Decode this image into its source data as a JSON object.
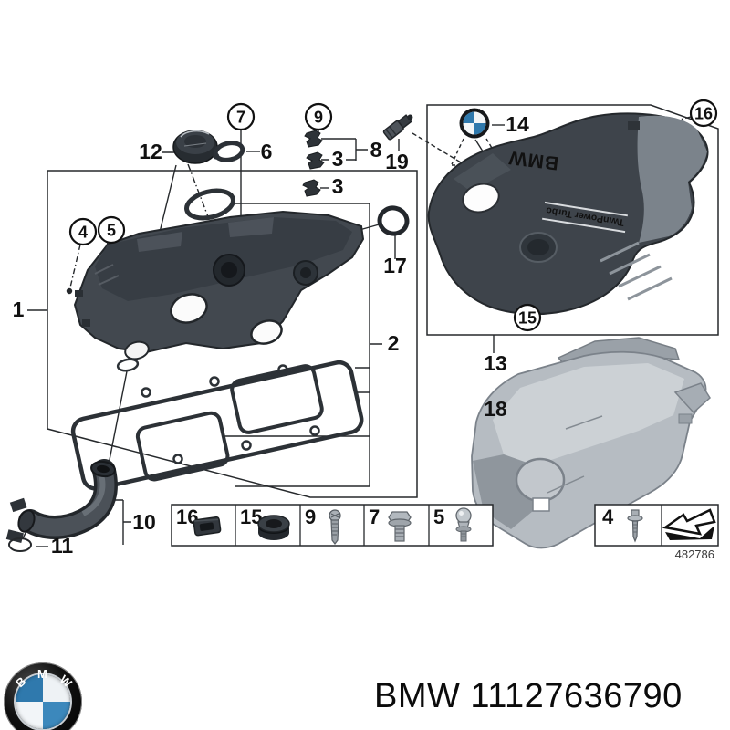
{
  "diagram": {
    "drawing_number": "482786",
    "callouts": {
      "c1": "1",
      "c2": "2",
      "c3a": "3",
      "c3b": "3",
      "c4": "4",
      "c5": "5",
      "c6": "6",
      "c7": "7",
      "c8": "8",
      "c9": "9",
      "c10": "10",
      "c11": "11",
      "c12": "12",
      "c13": "13",
      "c14": "14",
      "c15": "15",
      "c16": "16",
      "c17": "17",
      "c18": "18",
      "c19": "19"
    },
    "legend_table": {
      "cells": [
        "16",
        "15",
        "9",
        "7",
        "5"
      ]
    },
    "side_box": {
      "number": "4",
      "arrow_icon": "continue-arrow-icon"
    },
    "engine_cover": {
      "brand_text": "BMW",
      "stripe_text": "TwinPower Turbo"
    },
    "emblem": {
      "brand_text": "BMW"
    },
    "colors": {
      "line": "#26292c",
      "cover_dark": "#3e444b",
      "acoustic_light": "#b6bcc2",
      "bmw_blue": "#2f79ad"
    }
  },
  "footer": {
    "brand": "BMW",
    "part_number": "11127636790",
    "label": "BMW 11127636790",
    "logo_letters": [
      "B",
      "M",
      "W"
    ]
  }
}
